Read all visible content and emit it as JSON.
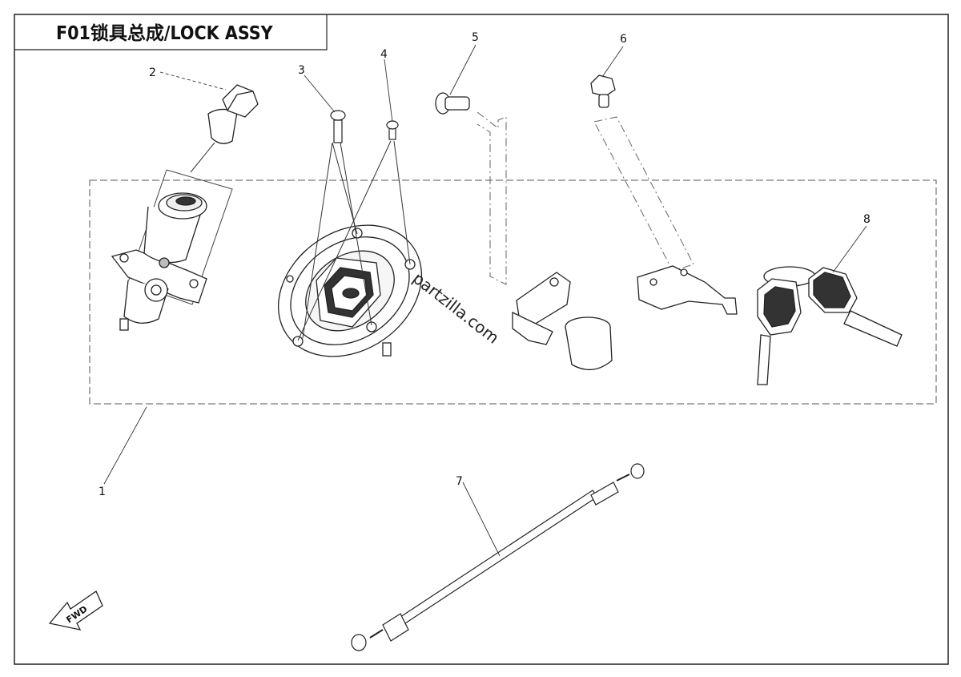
{
  "title": "F01锁具总成/LOCK ASSY",
  "watermark": "partzilla.com",
  "fwd_label": "FWD",
  "callouts": [
    {
      "id": "1",
      "label": "1"
    },
    {
      "id": "2",
      "label": "2"
    },
    {
      "id": "3",
      "label": "3"
    },
    {
      "id": "4",
      "label": "4"
    },
    {
      "id": "5",
      "label": "5"
    },
    {
      "id": "6",
      "label": "6"
    },
    {
      "id": "7",
      "label": "7"
    },
    {
      "id": "8",
      "label": "8"
    }
  ],
  "colors": {
    "line": "#1a1a1a",
    "fill": "#ffffff",
    "dark": "#222222"
  }
}
